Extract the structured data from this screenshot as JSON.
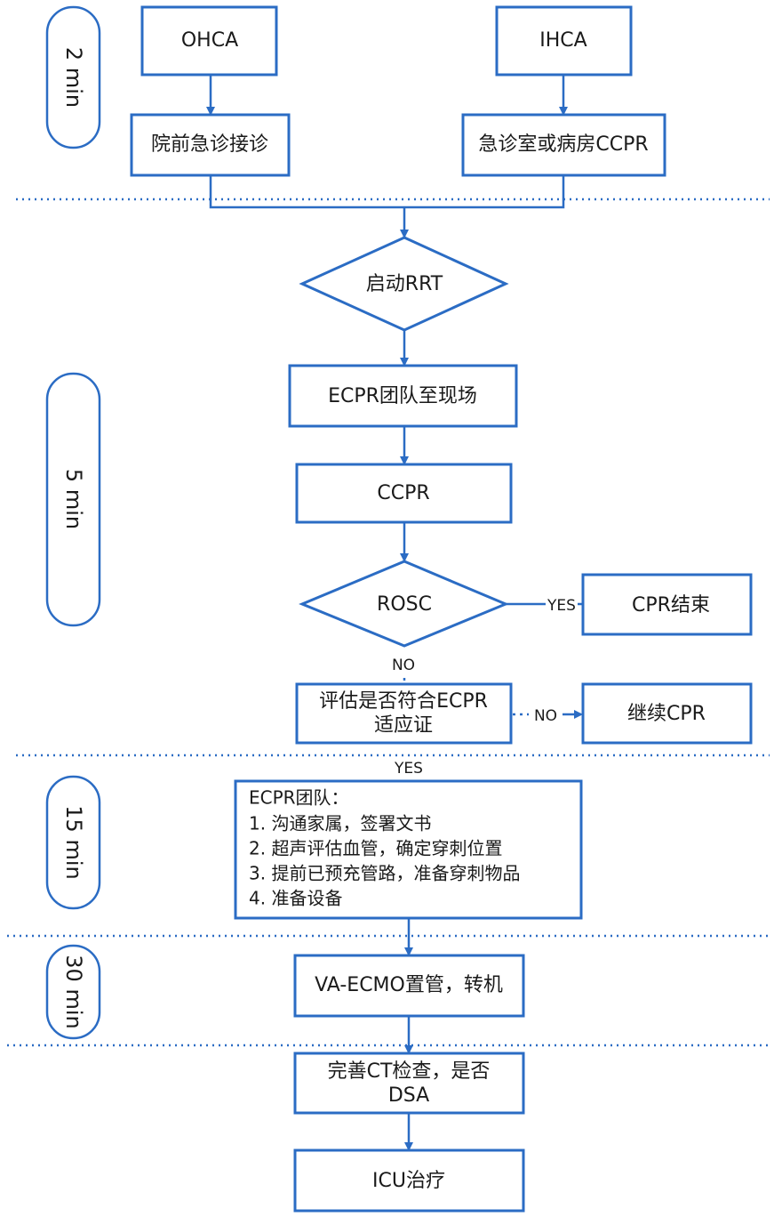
{
  "colors": {
    "accent": "#2b6cc4",
    "text": "#1a1a1a",
    "background": "#ffffff"
  },
  "time_labels": {
    "t1": "2 min",
    "t2": "5 min",
    "t3": "15 min",
    "t4": "30 min"
  },
  "nodes": {
    "ohca": "OHCA",
    "ihca": "IHCA",
    "prehospital": "院前急诊接诊",
    "er_ccpr": "急诊室或病房CCPR",
    "activate_rrt": "启动RRT",
    "team_arrive": "ECPR团队至现场",
    "ccpr": "CCPR",
    "rosc": "ROSC",
    "cpr_end": "CPR结束",
    "assess_line1": "评估是否符合ECPR",
    "assess_line2": "适应证",
    "continue_cpr": "继续CPR",
    "team_tasks": {
      "title": "ECPR团队：",
      "items": [
        "1. 沟通家属，签署文书",
        "2. 超声评估血管，确定穿刺位置",
        "3. 提前已预充管路，准备穿刺物品",
        "4. 准备设备"
      ]
    },
    "va_ecmo": "VA-ECMO置管，转机",
    "ct_line1": "完善CT检查，是否",
    "ct_line2": "DSA",
    "icu": "ICU治疗"
  },
  "edge_labels": {
    "yes_rosc": "YES",
    "no_rosc": "NO",
    "no_assess": "NO",
    "yes_assess": "YES"
  }
}
